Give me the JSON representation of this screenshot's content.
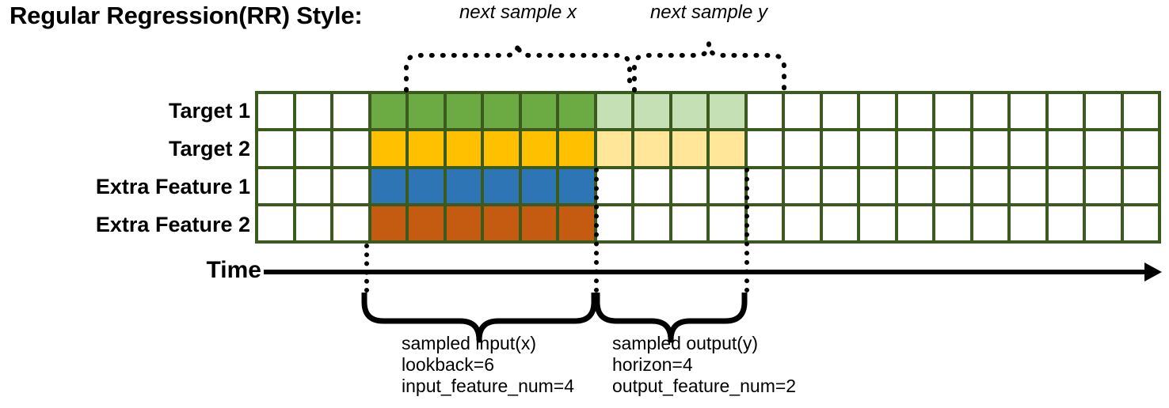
{
  "title": "Regular Regression(RR) Style:",
  "rows": [
    {
      "label": "Target 1",
      "name": "target-1"
    },
    {
      "label": "Target 2",
      "name": "target-2"
    },
    {
      "label": "Extra Feature 1",
      "name": "extra-feature-1"
    },
    {
      "label": "Extra Feature 2",
      "name": "extra-feature-2"
    }
  ],
  "axis": {
    "time_label": "Time"
  },
  "top_braces": [
    {
      "label": "next sample x"
    },
    {
      "label": "next sample y"
    }
  ],
  "bottom_braces": [
    {
      "title": "sampled input(x)",
      "line2": "lookback=6",
      "line3": "input_feature_num=4"
    },
    {
      "title": "sampled output(y)",
      "line2": "horizon=4",
      "line3": "output_feature_num=2"
    }
  ],
  "colors": {
    "grid_border": "#3a5a1e",
    "target1_input": "#6cab44",
    "target1_output": "#c5e0b4",
    "target2_input": "#ffc000",
    "target2_output": "#ffe699",
    "feature1_input": "#2e75b6",
    "feature2_input": "#c55a11",
    "empty": "#ffffff"
  },
  "grid": {
    "columns": 24,
    "rows": 4,
    "cells": [
      [
        "empty",
        "empty",
        "empty",
        "target1_input",
        "target1_input",
        "target1_input",
        "target1_input",
        "target1_input",
        "target1_input",
        "target1_output",
        "target1_output",
        "target1_output",
        "target1_output",
        "empty",
        "empty",
        "empty",
        "empty",
        "empty",
        "empty",
        "empty",
        "empty",
        "empty",
        "empty",
        "empty"
      ],
      [
        "empty",
        "empty",
        "empty",
        "target2_input",
        "target2_input",
        "target2_input",
        "target2_input",
        "target2_input",
        "target2_input",
        "target2_output",
        "target2_output",
        "target2_output",
        "target2_output",
        "empty",
        "empty",
        "empty",
        "empty",
        "empty",
        "empty",
        "empty",
        "empty",
        "empty",
        "empty",
        "empty"
      ],
      [
        "empty",
        "empty",
        "empty",
        "feature1_input",
        "feature1_input",
        "feature1_input",
        "feature1_input",
        "feature1_input",
        "feature1_input",
        "empty",
        "empty",
        "empty",
        "empty",
        "empty",
        "empty",
        "empty",
        "empty",
        "empty",
        "empty",
        "empty",
        "empty",
        "empty",
        "empty",
        "empty"
      ],
      [
        "empty",
        "empty",
        "empty",
        "feature2_input",
        "feature2_input",
        "feature2_input",
        "feature2_input",
        "feature2_input",
        "feature2_input",
        "empty",
        "empty",
        "empty",
        "empty",
        "empty",
        "empty",
        "empty",
        "empty",
        "empty",
        "empty",
        "empty",
        "empty",
        "empty",
        "empty",
        "empty"
      ]
    ]
  }
}
